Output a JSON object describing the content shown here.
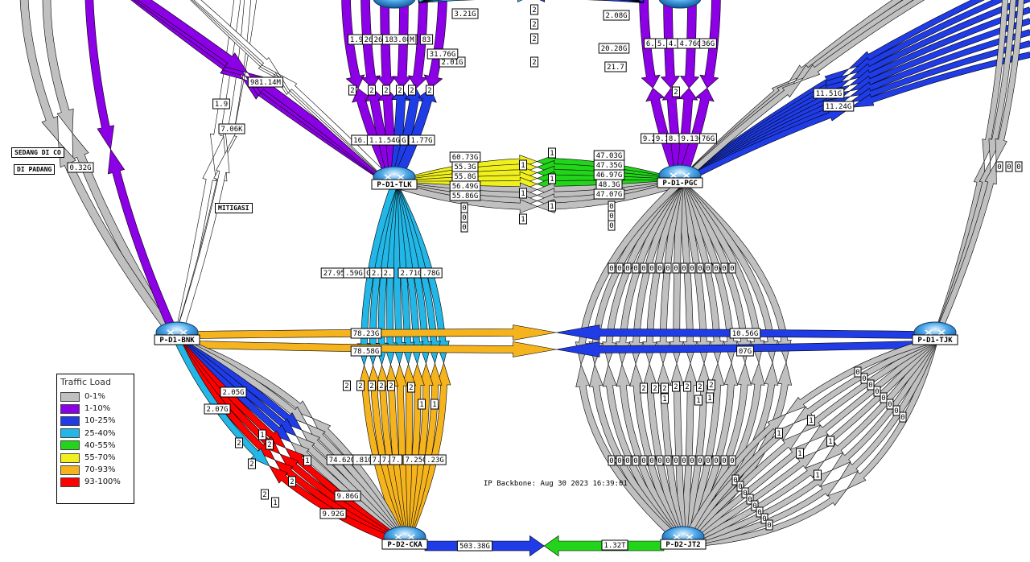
{
  "colors": {
    "c0": "#c0c0c0",
    "c1": "#8c00e6",
    "c2": "#1f3ce6",
    "c3": "#22b7e6",
    "c4": "#22d41a",
    "c5": "#f0f01e",
    "c6": "#f5b41e",
    "c7": "#ff0000"
  },
  "nodes": {
    "tlk": "P-D1-TLK",
    "pgc": "P-D1-PGC",
    "bnk": "P-D1-BNK",
    "tjk": "P-D1-TJK",
    "cka": "P-D2-CKA",
    "jt2": "P-D2-JT2"
  },
  "stamps": {
    "sedang": "SEDANG DI CO",
    "padang": "DI PADANG",
    "mitigasi": "MITIGASI"
  },
  "timestamp": "IP Backbone: Aug 30 2023 16:39:01",
  "legend": {
    "title": "Traffic Load",
    "items": [
      {
        "label": "0-1%",
        "color": "#c0c0c0"
      },
      {
        "label": "1-10%",
        "color": "#8c00e6"
      },
      {
        "label": "10-25%",
        "color": "#1f3ce6"
      },
      {
        "label": "25-40%",
        "color": "#22b7e6"
      },
      {
        "label": "40-55%",
        "color": "#22d41a"
      },
      {
        "label": "55-70%",
        "color": "#f0f01e"
      },
      {
        "label": "70-93%",
        "color": "#f5b41e"
      },
      {
        "label": "93-100%",
        "color": "#ff0000"
      }
    ]
  },
  "links": {
    "tlk_pgc_left": [
      "60.73G",
      "55.3G",
      "55.8G",
      "56.49G",
      "55.86G"
    ],
    "tlk_pgc_right": [
      "47.03G",
      "47.35G",
      "46.97G",
      "48.3G",
      "47.07G"
    ],
    "tlk_cka": [
      "27.95G",
      ".59G",
      "G",
      "2.2",
      "2.",
      "2.71G",
      ".78G"
    ],
    "cka_tlk": [
      "74.62G",
      ".81G",
      "7.",
      "7.",
      "7.",
      "7.25G",
      ".23G"
    ],
    "bnk_tjk_left": [
      "78.23G",
      "78.58G"
    ],
    "bnk_tjk_right": [
      "10.56G",
      "07G"
    ],
    "cka_jt2_left": "503.38G",
    "cka_jt2_right": "1.32T",
    "tlk_top": [
      "1.9",
      "26",
      "26",
      "183.08M",
      "M",
      "83"
    ],
    "tlk_mid": [
      "16.7",
      "1",
      "1.1.54G",
      "G",
      "1.77G"
    ],
    "pgc_top": [
      "6.3",
      "5.3",
      "4.8",
      "4.76G",
      "36G"
    ],
    "pgc_mid": [
      "9.2",
      "9.1",
      "8.7",
      "9.13G",
      "76G"
    ],
    "center_top": [
      "3.21G",
      "2.08G",
      "2.01G",
      "21.7",
      "31.76G",
      "20.28G"
    ],
    "pgc_right": [
      "11.51G",
      "11.24G"
    ],
    "bnk_top": [
      "981.14M",
      "1.9",
      "7.06K",
      "0.32G"
    ],
    "bnk_cka": [
      "2.05G",
      "2.07G",
      "9.86G",
      "9.92G"
    ]
  }
}
